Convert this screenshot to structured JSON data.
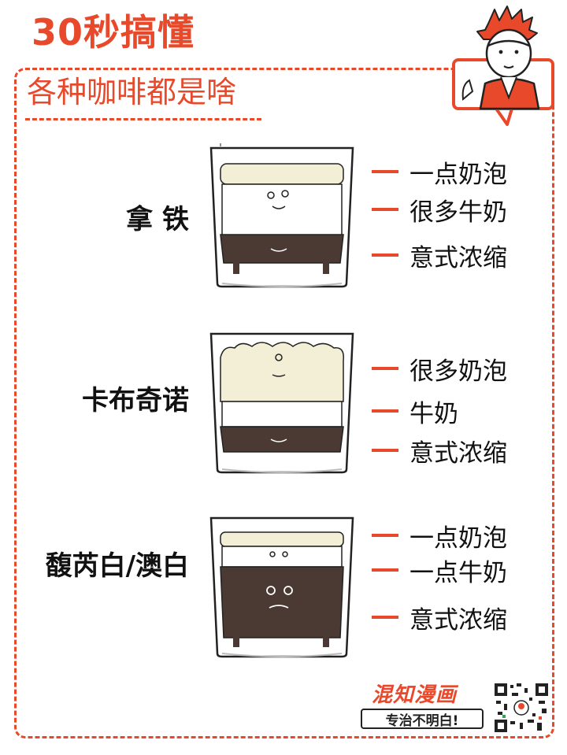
{
  "header": {
    "title": "30秒搞懂",
    "subtitle": "各种咖啡都是啥"
  },
  "drinks": [
    {
      "name": "拿 铁",
      "layers": [
        "一点奶泡",
        "很多牛奶",
        "意式浓缩"
      ]
    },
    {
      "name": "卡布奇诺",
      "layers": [
        "很多奶泡",
        "牛奶",
        "意式浓缩"
      ]
    },
    {
      "name": "馥芮白/澳白",
      "layers": [
        "一点奶泡",
        "一点牛奶",
        "意式浓缩"
      ]
    }
  ],
  "brand": {
    "name": "混知漫画",
    "slogan": "专治不明白!"
  },
  "colors": {
    "accent": "#e8492a",
    "foam": "#f3efd7",
    "milk": "#ffffff",
    "espresso": "#4a3a33",
    "ink": "#222222"
  },
  "icons": [
    "mascot-icon",
    "foam-face-icon",
    "espresso-face-icon",
    "qr-code-icon"
  ]
}
